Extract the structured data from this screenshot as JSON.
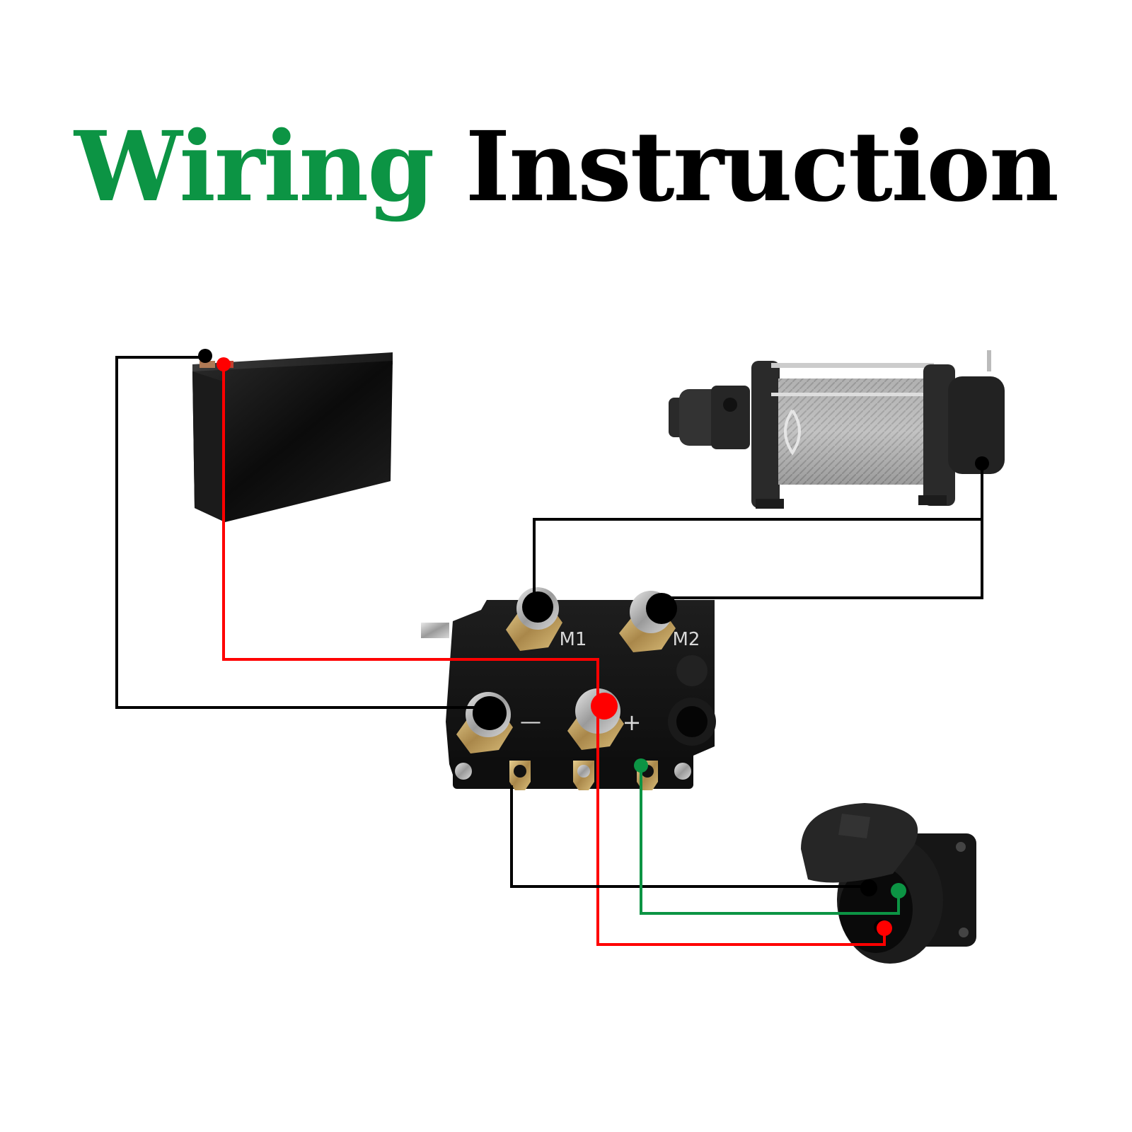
{
  "title": {
    "word1": "Wiring",
    "word2": "Instruction"
  },
  "colors": {
    "title_green": "#0c9444",
    "title_black": "#000000",
    "wire_black": "#000000",
    "wire_red": "#ff0000",
    "wire_green": "#0c9444"
  },
  "components": {
    "battery": {
      "icon": "battery-icon"
    },
    "winch": {
      "icon": "winch-icon"
    },
    "solenoid": {
      "icon": "solenoid-icon",
      "labels": {
        "m1": "M1",
        "m2": "M2",
        "negative": "—",
        "positive": "+"
      }
    },
    "socket": {
      "icon": "socket-connector-icon"
    }
  },
  "wires": [
    {
      "name": "battery-negative-to-solenoid-negative",
      "color": "black"
    },
    {
      "name": "battery-positive-to-socket",
      "color": "red"
    },
    {
      "name": "winch-to-solenoid-m1",
      "color": "black"
    },
    {
      "name": "winch-to-solenoid-m2",
      "color": "black"
    },
    {
      "name": "solenoid-tab-to-socket",
      "color": "black"
    },
    {
      "name": "solenoid-tab-to-socket-green",
      "color": "green"
    }
  ]
}
